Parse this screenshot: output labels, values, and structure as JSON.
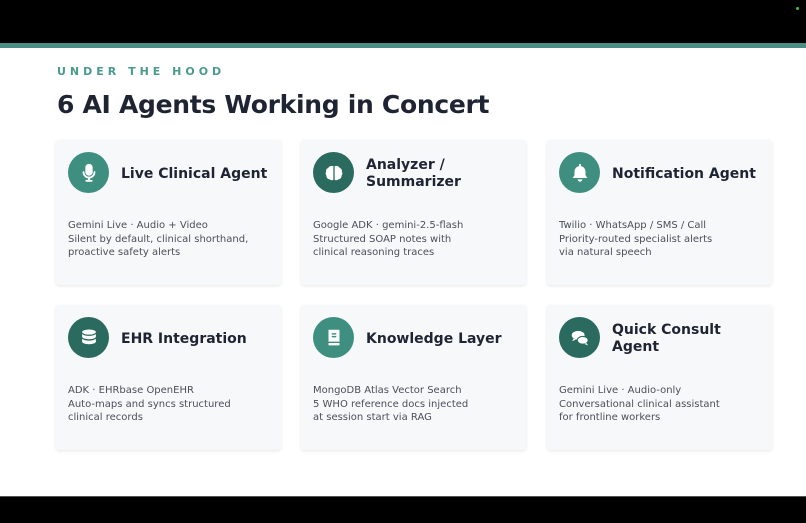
{
  "slide": {
    "eyebrow": "UNDER THE HOOD",
    "title": "6 AI Agents Working in Concert"
  },
  "colors": {
    "accent_stripe": "#4a8f86",
    "eyebrow": "#4a9a8e",
    "icon_light": "#3f8f80",
    "icon_dark": "#2b6b5f",
    "title_text": "#1f2433",
    "card_bg": "#f7f8fa"
  },
  "cards": [
    {
      "title": "Live Clinical Agent",
      "icon": "microphone-icon",
      "lines": [
        "Gemini Live · Audio + Video",
        "Silent by default, clinical shorthand,",
        "proactive safety alerts"
      ]
    },
    {
      "title": "Analyzer / Summarizer",
      "title_line1": "Analyzer /",
      "title_line2": "Summarizer",
      "icon": "brain-icon",
      "lines": [
        "Google ADK · gemini-2.5-flash",
        "Structured SOAP notes with",
        "clinical reasoning traces"
      ]
    },
    {
      "title": "Notification Agent",
      "icon": "bell-icon",
      "lines": [
        "Twilio · WhatsApp / SMS / Call",
        "Priority-routed specialist alerts",
        "via natural speech"
      ]
    },
    {
      "title": "EHR Integration",
      "icon": "database-icon",
      "lines": [
        "ADK · EHRbase OpenEHR",
        "Auto-maps and syncs structured",
        "clinical records"
      ]
    },
    {
      "title": "Knowledge Layer",
      "icon": "book-icon",
      "lines": [
        "MongoDB Atlas Vector Search",
        "5 WHO reference docs injected",
        "at session start via RAG"
      ]
    },
    {
      "title": "Quick Consult Agent",
      "icon": "chat-bubbles-icon",
      "lines": [
        "Gemini Live · Audio-only",
        "Conversational clinical assistant",
        "for frontline workers"
      ]
    }
  ]
}
